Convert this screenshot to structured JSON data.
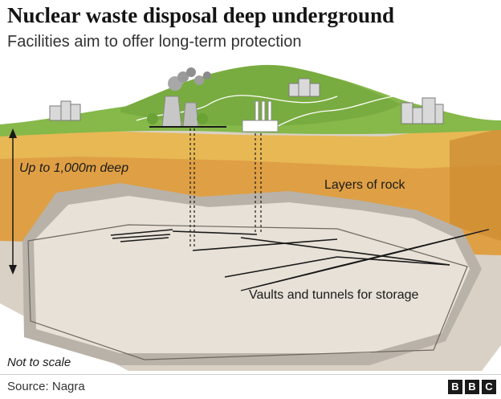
{
  "header": {
    "title": "Nuclear waste disposal deep underground",
    "subtitle": "Facilities aim to offer long-term protection"
  },
  "diagram": {
    "depth_label": "Up to 1,000m deep",
    "rock_label": "Layers of rock",
    "vault_label": "Vaults and tunnels for storage",
    "scale_note": "Not to scale"
  },
  "footer": {
    "source": "Source: Nagra",
    "logo_letters": [
      "B",
      "B",
      "C"
    ]
  },
  "colors": {
    "grass": "#7db043",
    "soil": "#e5b04d",
    "rock_deep": "#dd9a3d",
    "rock_side": "#c98a31",
    "cavern_floor": "#e6e0d6",
    "cavern_wall": "#b3aca3"
  }
}
